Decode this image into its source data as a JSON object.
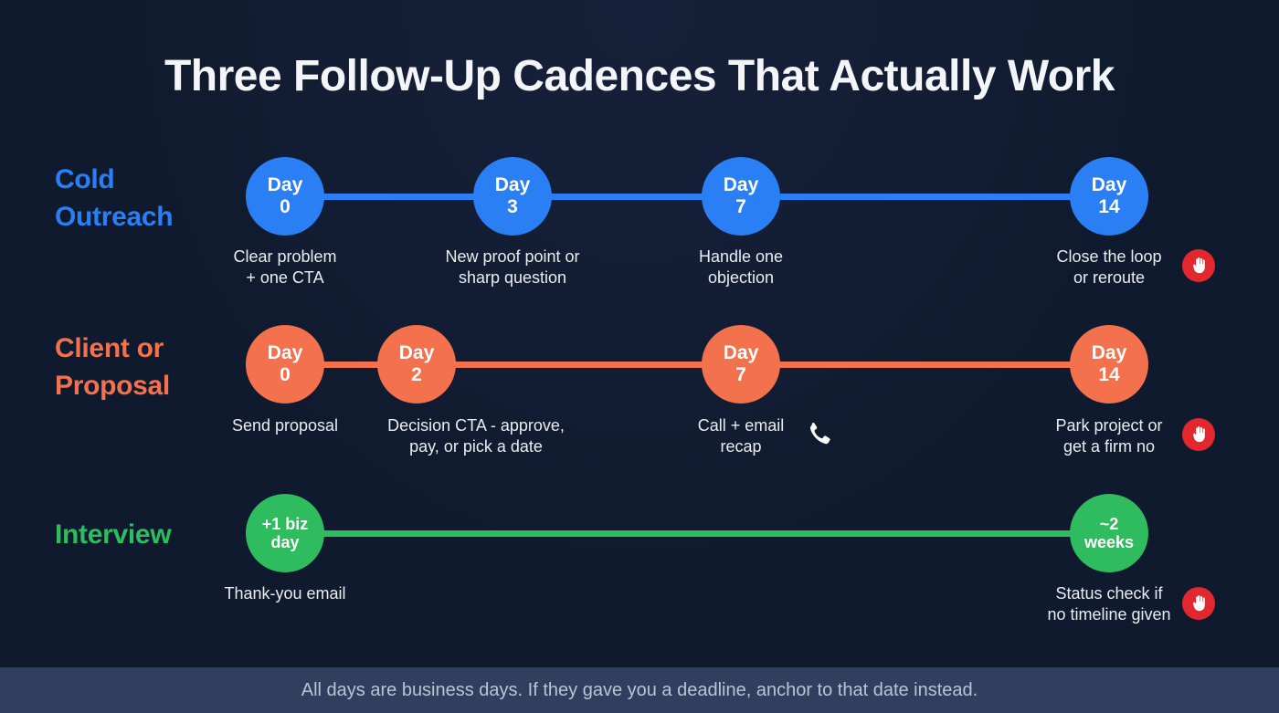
{
  "title": "Three Follow-Up Cadences That Actually Work",
  "colors": {
    "background": "#101a2e",
    "cold_outreach": "#2b7ff5",
    "client_proposal": "#f4714d",
    "interview": "#2ebc5e",
    "stop": "#e2272e",
    "footer_bar": "#2f3f5d",
    "text": "#e9ecf1"
  },
  "rows": [
    {
      "label": "Cold\nOutreach",
      "color": "#2b7ff5",
      "nodes": [
        {
          "top": "Day",
          "bottom": "0",
          "caption": "Clear problem\n+ one CTA",
          "icon": ""
        },
        {
          "top": "Day",
          "bottom": "3",
          "caption": "New proof point or\nsharp question",
          "icon": ""
        },
        {
          "top": "Day",
          "bottom": "7",
          "caption": "Handle one\nobjection",
          "icon": ""
        },
        {
          "top": "Day",
          "bottom": "14",
          "caption": "Close the loop\nor reroute",
          "icon": "stop-hand-icon"
        }
      ]
    },
    {
      "label": "Client or\nProposal",
      "color": "#f4714d",
      "nodes": [
        {
          "top": "Day",
          "bottom": "0",
          "caption": "Send proposal",
          "icon": ""
        },
        {
          "top": "Day",
          "bottom": "2",
          "caption": "Decision CTA - approve,\npay, or pick a date",
          "icon": ""
        },
        {
          "top": "Day",
          "bottom": "7",
          "caption": "Call + email\nrecap",
          "icon": "phone-icon"
        },
        {
          "top": "Day",
          "bottom": "14",
          "caption": "Park project or\nget a firm no",
          "icon": "stop-hand-icon"
        }
      ]
    },
    {
      "label": "Interview",
      "color": "#2ebc5e",
      "nodes": [
        {
          "top": "+1 biz",
          "bottom": "day",
          "caption": "Thank-you email",
          "icon": ""
        },
        {
          "top": "~2",
          "bottom": "weeks",
          "caption": "Status check if\nno timeline given",
          "icon": "stop-hand-icon"
        }
      ]
    }
  ],
  "footer": "All days are business days. If they gave you a deadline, anchor to that date instead."
}
